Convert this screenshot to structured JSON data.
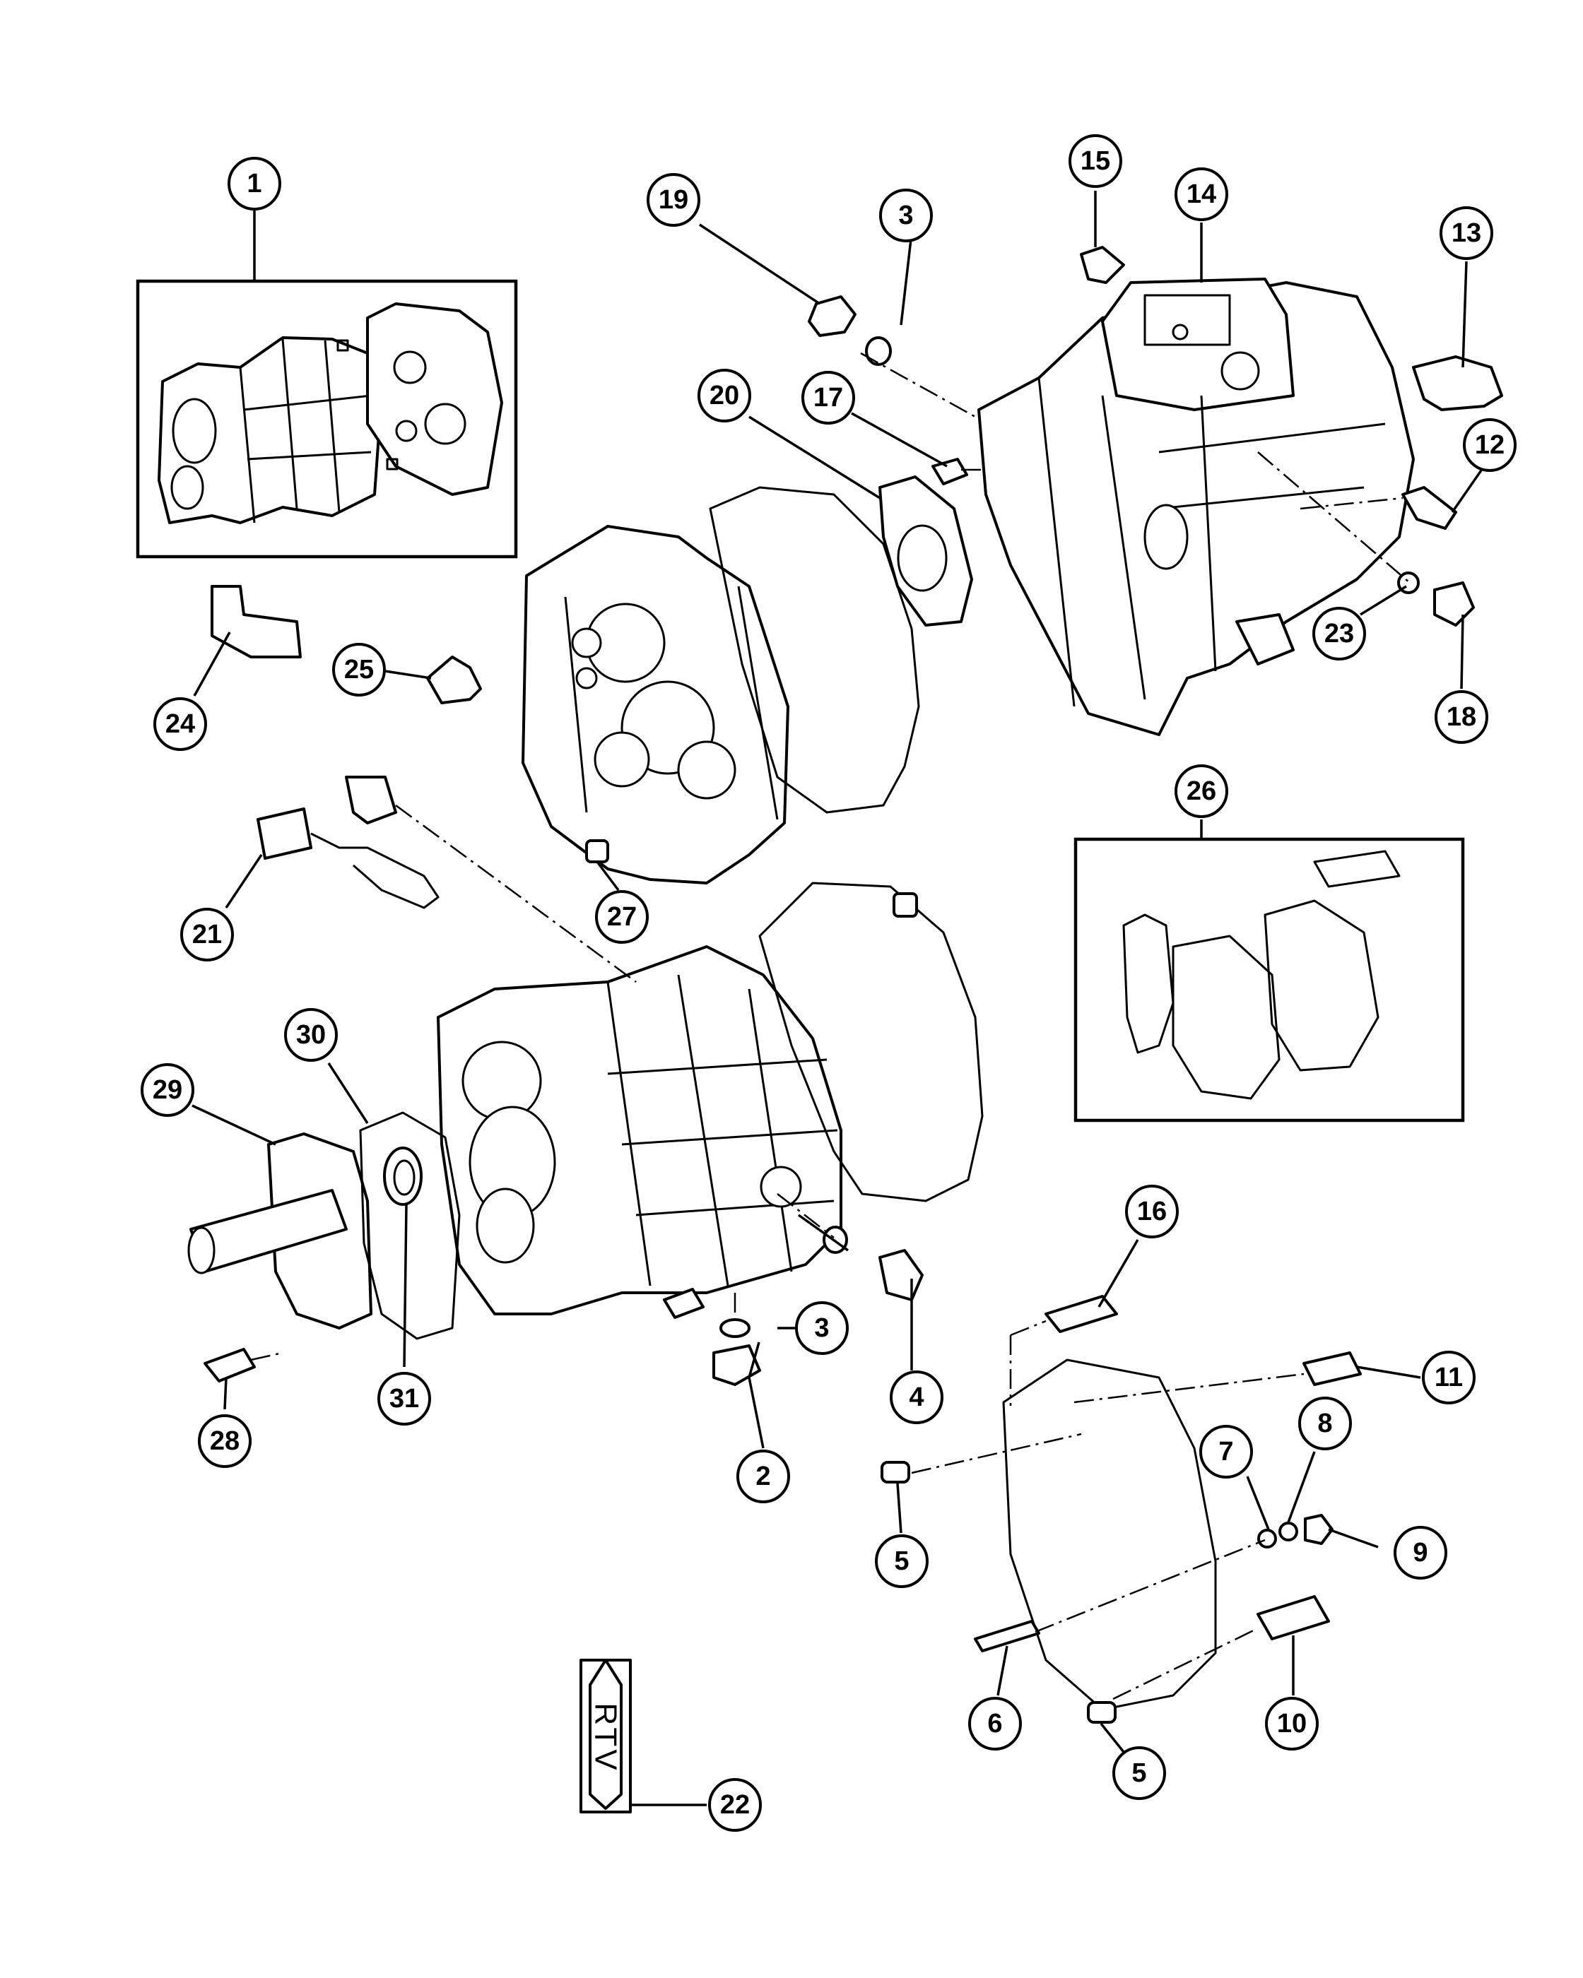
{
  "callouts": [
    {
      "id": "1",
      "label": "1"
    },
    {
      "id": "2",
      "label": "2"
    },
    {
      "id": "3a",
      "label": "3"
    },
    {
      "id": "3b",
      "label": "3"
    },
    {
      "id": "3c",
      "label": "3"
    },
    {
      "id": "4",
      "label": "4"
    },
    {
      "id": "5a",
      "label": "5"
    },
    {
      "id": "5b",
      "label": "5"
    },
    {
      "id": "6",
      "label": "6"
    },
    {
      "id": "7",
      "label": "7"
    },
    {
      "id": "8",
      "label": "8"
    },
    {
      "id": "9",
      "label": "9"
    },
    {
      "id": "10",
      "label": "10"
    },
    {
      "id": "11",
      "label": "11"
    },
    {
      "id": "12",
      "label": "12"
    },
    {
      "id": "13",
      "label": "13"
    },
    {
      "id": "14",
      "label": "14"
    },
    {
      "id": "15",
      "label": "15"
    },
    {
      "id": "16",
      "label": "16"
    },
    {
      "id": "17",
      "label": "17"
    },
    {
      "id": "18",
      "label": "18"
    },
    {
      "id": "19",
      "label": "19"
    },
    {
      "id": "20",
      "label": "20"
    },
    {
      "id": "21",
      "label": "21"
    },
    {
      "id": "22",
      "label": "22"
    },
    {
      "id": "23",
      "label": "23"
    },
    {
      "id": "24",
      "label": "24"
    },
    {
      "id": "25",
      "label": "25"
    },
    {
      "id": "26",
      "label": "26"
    },
    {
      "id": "27",
      "label": "27"
    },
    {
      "id": "28",
      "label": "28"
    },
    {
      "id": "29",
      "label": "29"
    },
    {
      "id": "30",
      "label": "30"
    },
    {
      "id": "31",
      "label": "31"
    }
  ],
  "rtv_label": "RTV"
}
